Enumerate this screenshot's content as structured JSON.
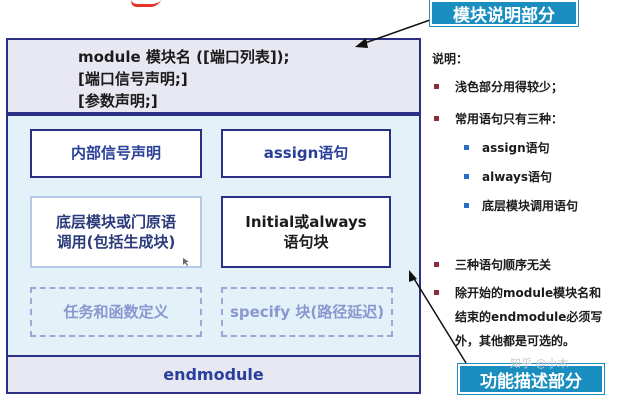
{
  "callouts": {
    "module_desc": "模块说明部分",
    "function_desc": "功能描述部分"
  },
  "header": {
    "line1": "module 模块名 ([端口列表]);",
    "line2": "[端口信号声明;]",
    "line3": "[参数声明;]"
  },
  "boxes": {
    "internal_signal": "内部信号声明",
    "assign": "assign语句",
    "submodule_line1": "底层模块或门原语",
    "submodule_line2": "调用(包括生成块)",
    "initial_line1": "Initial或always",
    "initial_line2": "语句块",
    "task": "任务和函数定义",
    "specify": "specify 块(路径延迟)"
  },
  "footer": {
    "endmodule": "endmodule"
  },
  "notes": {
    "title": "说明：",
    "items": [
      "浅色部分用得较少；",
      "常用语句只有三种：",
      "assign语句",
      "always语句",
      "底层模块调用语句",
      "三种语句顺序无关",
      "除开始的module模块名和",
      "结束的endmodule必须写",
      "外，其他都是可选的。"
    ]
  },
  "watermark": "知乎 @小木"
}
